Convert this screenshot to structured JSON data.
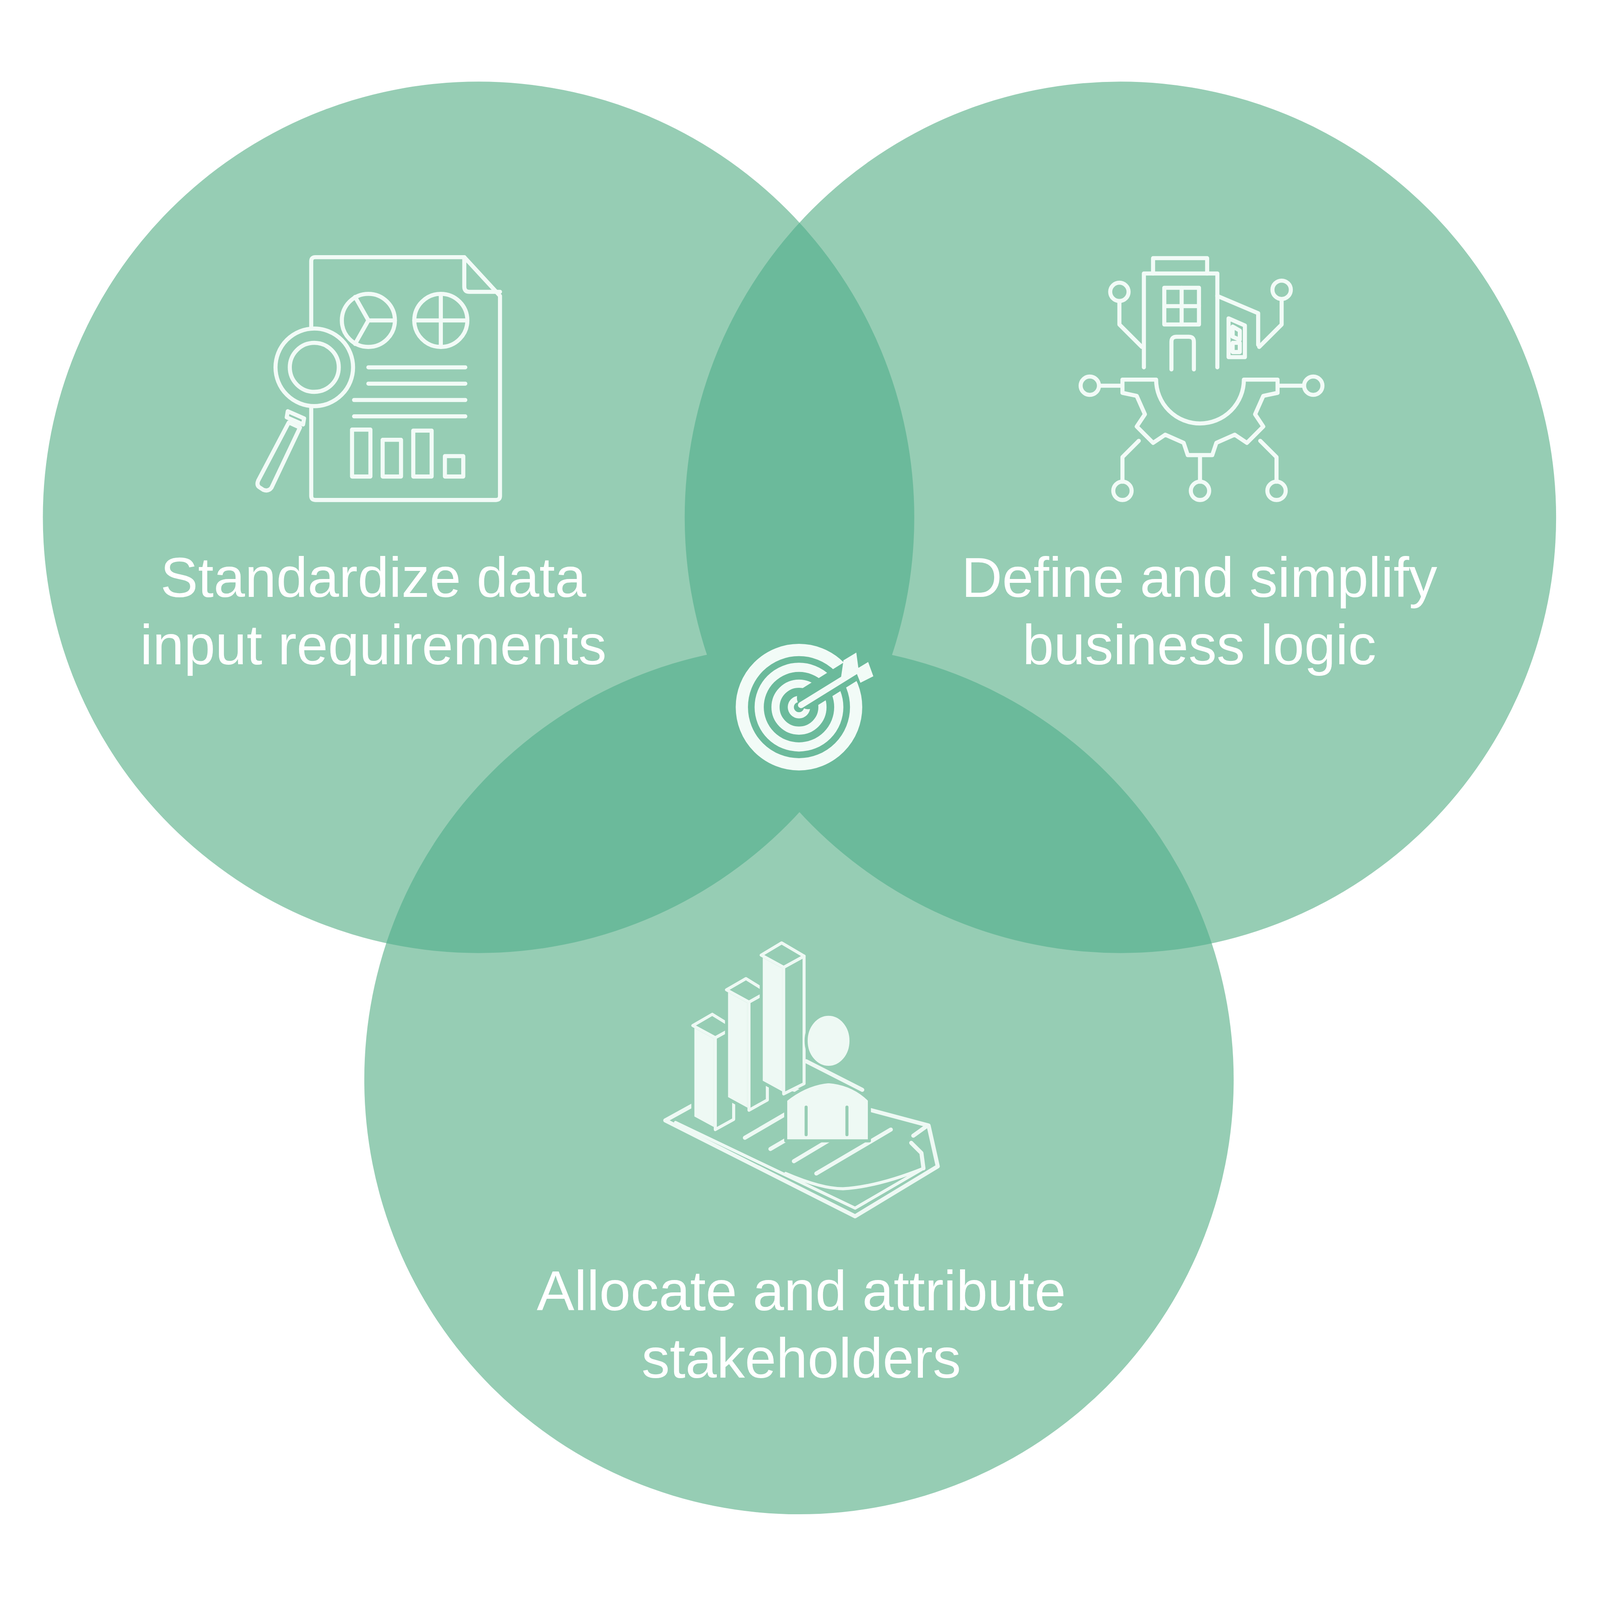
{
  "diagram": {
    "nodes": [
      {
        "text": [
          "Standardize data input requirements"
        ]
      },
      {
        "text": [
          "Define and simplify business logic"
        ]
      },
      {
        "text": [
          "Allocate and attribute stakeholders"
        ]
      }
    ]
  }
}
